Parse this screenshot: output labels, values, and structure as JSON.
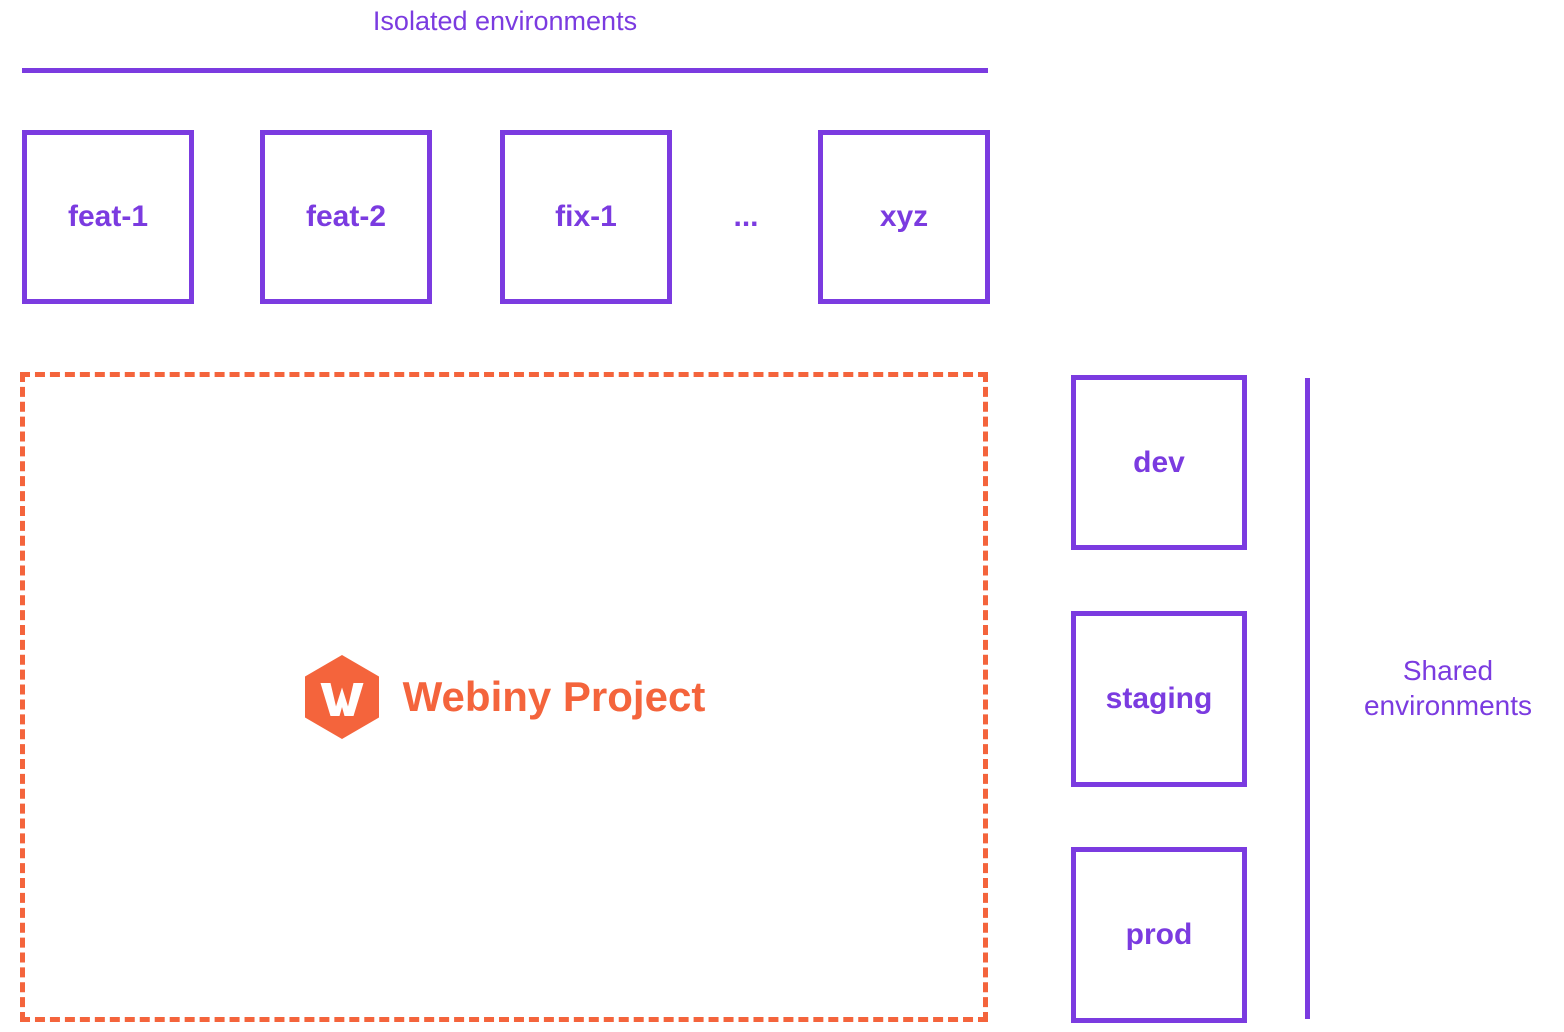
{
  "colors": {
    "purple": "#7B3BE0",
    "orange": "#F4643C",
    "background": "#FFFFFF"
  },
  "isolated": {
    "title": "Isolated environments",
    "ellipsis": "...",
    "boxes": [
      {
        "label": "feat-1"
      },
      {
        "label": "feat-2"
      },
      {
        "label": "fix-1"
      },
      {
        "label": "xyz"
      }
    ]
  },
  "project": {
    "name": "Webiny Project",
    "logo_letter": "W",
    "border_style": "dashed"
  },
  "shared": {
    "title_line_1": "Shared",
    "title_line_2": "environments",
    "boxes": [
      {
        "label": "dev"
      },
      {
        "label": "staging"
      },
      {
        "label": "prod"
      }
    ]
  }
}
